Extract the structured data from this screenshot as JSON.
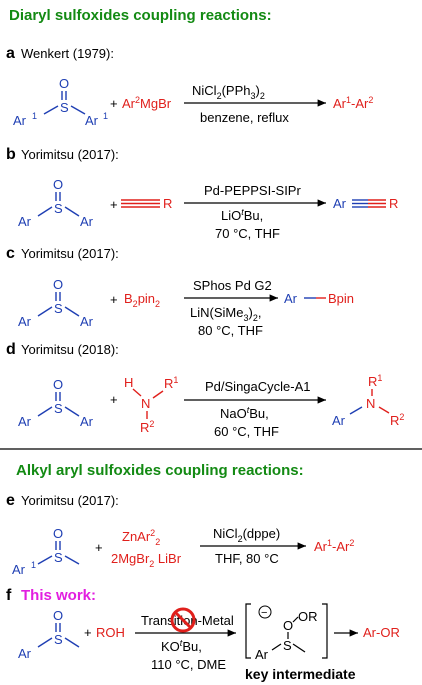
{
  "sections": {
    "diaryl_header": "Diaryl sulfoxides coupling reactions:",
    "alkyl_header": "Alkyl aryl sulfoxides coupling reactions:"
  },
  "reactions": [
    {
      "letter": "a",
      "citation": "Wenkert (1979):",
      "reagent": [
        "Ar",
        "2",
        "MgBr"
      ],
      "conditions": [
        "NiCl",
        "2",
        "(PPh",
        "3",
        ")",
        "2",
        "benzene, reflux"
      ],
      "product": [
        "Ar",
        "1",
        "-Ar",
        "2"
      ]
    },
    {
      "letter": "b",
      "citation": "Yorimitsu (2017):",
      "reagent": "R",
      "conditions": [
        "Pd-PEPPSI-SIPr",
        "LiO",
        "t",
        "Bu,",
        "70 °C, THF"
      ],
      "product": [
        "Ar",
        "R"
      ]
    },
    {
      "letter": "c",
      "citation": "Yorimitsu (2017):",
      "reagent": [
        "B",
        "2",
        "pin",
        "2"
      ],
      "conditions": [
        "SPhos Pd G2",
        "LiN(SiMe",
        "3",
        ")",
        "2",
        ",",
        "80 °C, THF"
      ],
      "product": [
        "Ar",
        "Bpin"
      ]
    },
    {
      "letter": "d",
      "citation": "Yorimitsu (2018):",
      "reagent": [
        "H",
        "N",
        "R",
        "1",
        "R",
        "2"
      ],
      "conditions": [
        "Pd/SingaCycle-A1",
        "NaO",
        "t",
        "Bu,",
        "60 °C, THF"
      ],
      "product": [
        "R",
        "1",
        "N",
        "Ar",
        "R",
        "2"
      ]
    },
    {
      "letter": "e",
      "citation": "Yorimitsu (2017):",
      "reagent": [
        "ZnAr",
        "2",
        "2",
        "2MgBr",
        "2",
        " LiBr"
      ],
      "conditions": [
        "NiCl",
        "2",
        "(dppe)",
        "THF, 80 °C"
      ],
      "product": [
        "Ar",
        "1",
        "-Ar",
        "2"
      ]
    },
    {
      "letter": "f",
      "citation": "This work:",
      "reagent": "ROH",
      "conditions": [
        "Transition-Metal",
        "KO",
        "t",
        "Bu,",
        "110 °C, DME"
      ],
      "intermediate_label": "key intermediate",
      "intermediate": [
        "OR",
        "S",
        "Ar"
      ],
      "product": "Ar-OR"
    }
  ],
  "atoms": {
    "S": "S",
    "O": "O",
    "Ar": "Ar",
    "Ar1": "1",
    "plus": "+",
    "charge": "−"
  }
}
